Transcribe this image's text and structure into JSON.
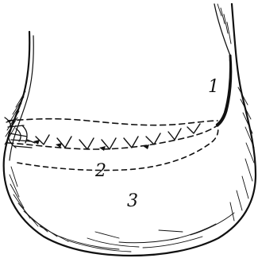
{
  "figure": {
    "labels": {
      "one": "1",
      "two": "2",
      "three": "3"
    }
  }
}
